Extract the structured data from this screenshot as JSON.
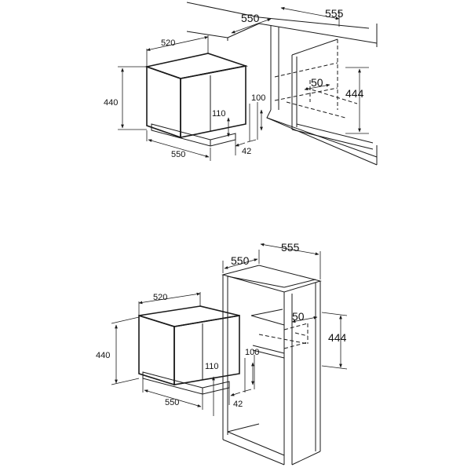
{
  "top_diagram": {
    "oven_depth": "520",
    "oven_height": "440",
    "oven_width": "550",
    "plinth_height": "110",
    "gap_height": "100",
    "plinth_offset": "42",
    "niche_width": "550",
    "niche_depth": "555",
    "vent_depth": "50",
    "niche_height": "444"
  },
  "bottom_diagram": {
    "oven_depth": "520",
    "oven_height": "440",
    "oven_width": "550",
    "plinth_height": "110",
    "gap_height": "100",
    "plinth_offset": "42",
    "niche_width": "550",
    "niche_depth": "555",
    "vent_depth": "50",
    "niche_height": "444"
  }
}
